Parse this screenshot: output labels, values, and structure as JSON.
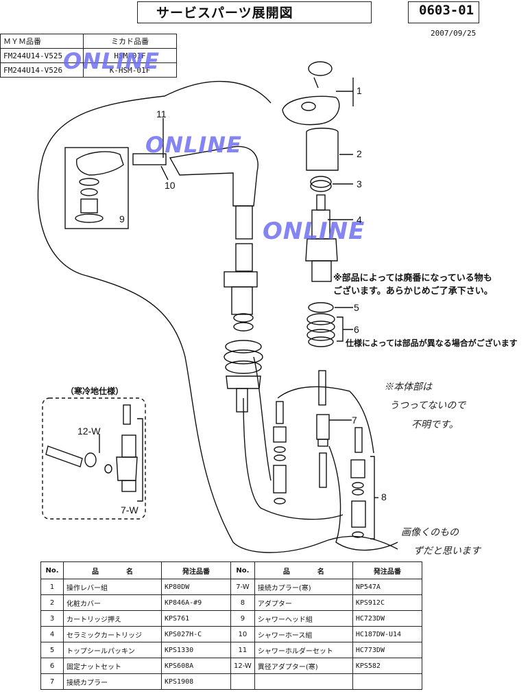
{
  "header": {
    "title": "サービスパーツ展開図",
    "doc_no": "0603-01",
    "date": "2007/09/25"
  },
  "model_table": {
    "head": [
      "ＭＹＭ品番",
      "ミカド品番"
    ],
    "rows": [
      [
        "FM244U14-V525",
        "HSM-01F"
      ],
      [
        "FM244U14-V526",
        "K-HSM-01F"
      ]
    ]
  },
  "watermarks": [
    "ONLINE",
    "ONLINE",
    "ONLINE"
  ],
  "callouts": [
    "1",
    "2",
    "3",
    "4",
    "5",
    "6",
    "7",
    "8",
    "9",
    "10",
    "11",
    "12-W",
    "7-W"
  ],
  "cold_region_label": "（寒冷地仕様）",
  "notes": {
    "note1_line1": "※部品によっては廃番になっている物も",
    "note1_line2": "ございます。あらかじめご了承下さい。",
    "note2": "仕様によっては部品が異なる場合がございます"
  },
  "handwritten": {
    "h1": "※本体部は",
    "h2": "うつってないので",
    "h3": "不明です。",
    "h4": "画像くのもの",
    "h5": "ずだと思います"
  },
  "parts_table": {
    "headers": [
      "No.",
      "品　　　　名",
      "発注品番",
      "No.",
      "品　　　　名",
      "発注品番"
    ],
    "rows": [
      [
        "1",
        "操作レバー組",
        "KP80DW",
        "7-W",
        "接続カプラー(寒)",
        "NP547A"
      ],
      [
        "2",
        "化粧カバー",
        "KP846A-#9",
        "8",
        "アダプター",
        "KPS912C"
      ],
      [
        "3",
        "カートリッジ押え",
        "KPS761",
        "9",
        "シャワーヘッド組",
        "HC723DW"
      ],
      [
        "4",
        "セラミックカートリッジ",
        "KPS027H-C",
        "10",
        "シャワーホース組",
        "HC187DW-U14"
      ],
      [
        "5",
        "トップシールパッキン",
        "KPS1330",
        "11",
        "シャワーホルダーセット",
        "HC773DW"
      ],
      [
        "6",
        "固定ナットセット",
        "KPS608A",
        "12-W",
        "異径アダプター(寒)",
        "KPS582"
      ],
      [
        "7",
        "接続カプラー",
        "KPS1908",
        "",
        "",
        ""
      ]
    ]
  }
}
